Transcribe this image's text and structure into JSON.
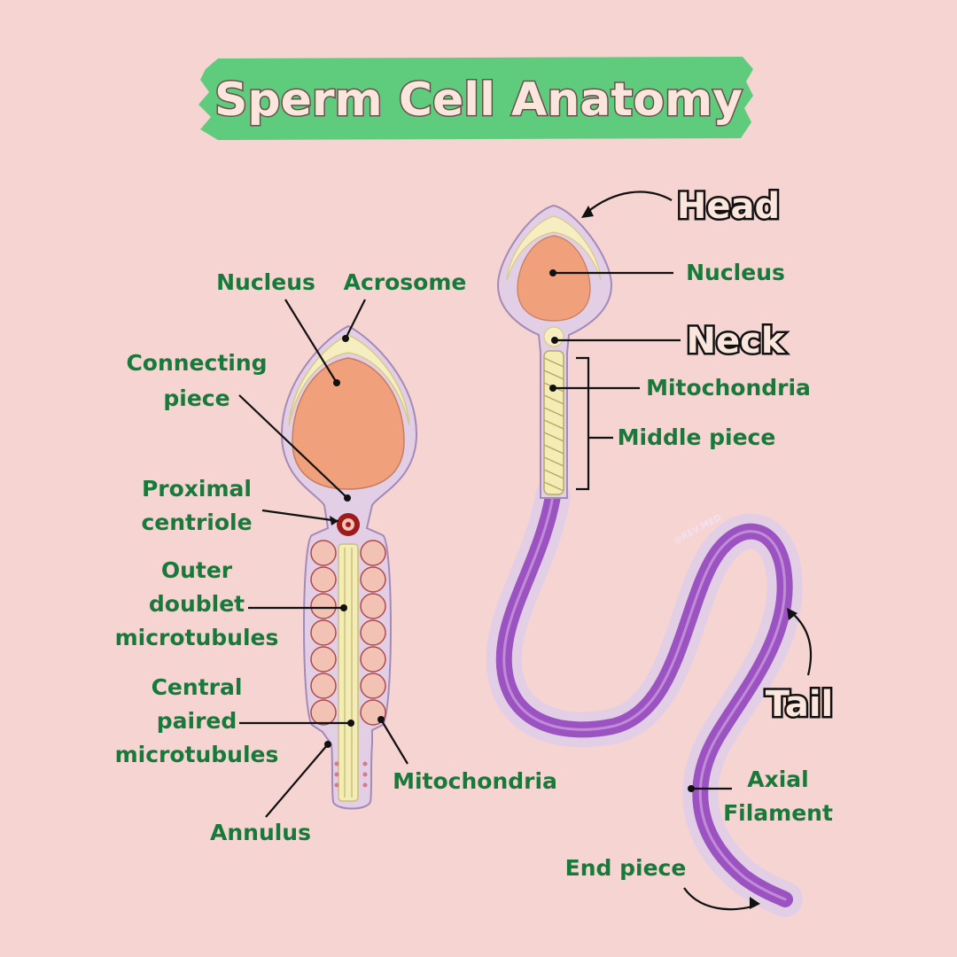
{
  "title": "Sperm Cell Anatomy",
  "watermark": "@REV.MED",
  "colors": {
    "background": "#f6d4d2",
    "title_banner": "#5fcb7c",
    "label_text": "#177a3a",
    "nucleus": "#f0a07a",
    "membrane": "#e2cfe6",
    "acrosome": "#f6edc0",
    "mitochondria": "#f2c2b4",
    "mitochondria_outline": "#b04a4a",
    "axoneme": "#f3ecb5",
    "tail": "#9a53c0",
    "centriole": "#9c1c1c"
  },
  "left_diagram": {
    "labels": {
      "nucleus": "Nucleus",
      "acrosome": "Acrosome",
      "connecting_piece_1": "Connecting",
      "connecting_piece_2": "piece",
      "proximal_centriole_1": "Proximal",
      "proximal_centriole_2": "centriole",
      "outer_doublet_1": "Outer",
      "outer_doublet_2": "doublet",
      "outer_doublet_3": "microtubules",
      "central_paired_1": "Central",
      "central_paired_2": "paired",
      "central_paired_3": "microtubules",
      "annulus": "Annulus",
      "mitochondria": "Mitochondria"
    }
  },
  "right_diagram": {
    "regions": {
      "head": "Head",
      "neck": "Neck",
      "tail": "Tail"
    },
    "labels": {
      "nucleus": "Nucleus",
      "mitochondria": "Mitochondria",
      "middle_piece": "Middle piece",
      "axial_filament_1": "Axial",
      "axial_filament_2": "Filament",
      "end_piece": "End piece"
    }
  }
}
